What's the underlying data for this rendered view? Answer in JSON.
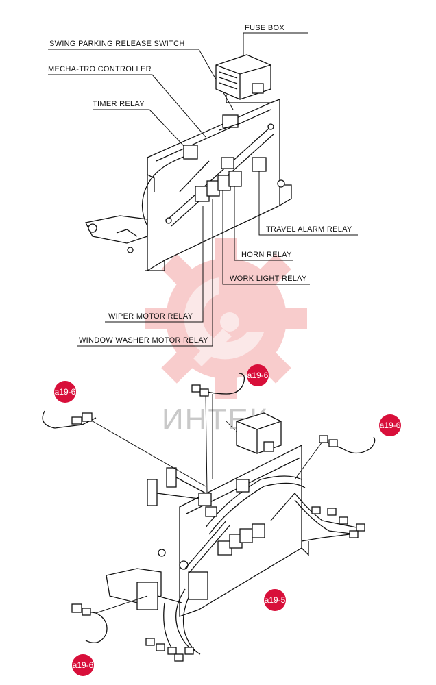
{
  "labels": {
    "fuse_box": "FUSE BOX",
    "swing_parking_release_switch": "SWING PARKING RELEASE SWITCH",
    "mecha_tro_controller": "MECHA-TRO CONTROLLER",
    "timer_relay": "TIMER RELAY",
    "travel_alarm_relay": "TRAVEL ALARM  RELAY",
    "horn_relay": "HORN RELAY",
    "work_light_relay": "WORK LIGHT RELAY",
    "wiper_motor_relay": "WIPER MOTOR RELAY",
    "window_washer_motor_relay": "WINDOW WASHER MOTOR RELAY"
  },
  "callouts": {
    "top_center": "a19-6",
    "left": "a19-6",
    "right": "a19-6",
    "middle_right": "a19-5",
    "bottom_left": "a19-6"
  },
  "watermark": {
    "text": "ИНТЕК",
    "color": "#e94b4b"
  },
  "colors": {
    "callout_badge": "#d80f3a",
    "line_art": "#111111"
  }
}
